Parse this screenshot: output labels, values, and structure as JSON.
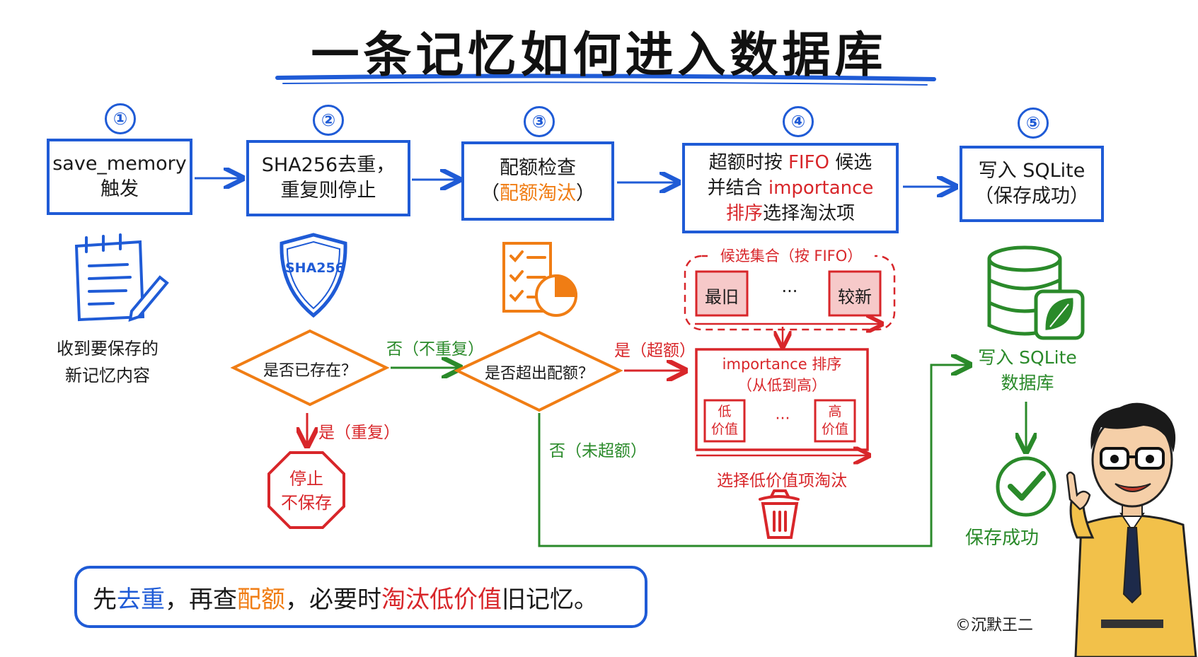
{
  "title": "一条记忆如何进入数据库",
  "steps": [
    {
      "num": "①",
      "line1": "save_memory",
      "line2": "触发"
    },
    {
      "num": "②",
      "line1": "SHA256去重，",
      "line2": "重复则停止"
    },
    {
      "num": "③",
      "line1": "配额检查",
      "line2a": "（",
      "line2b": "配额淘汰",
      "line2c": "）"
    },
    {
      "num": "④",
      "line1a": "超额时按 ",
      "line1b": "FIFO",
      "line1c": " 候选",
      "line2a": "并结合 ",
      "line2b": "importance",
      "line3a": "排序",
      "line3b": "选择淘汰项"
    },
    {
      "num": "⑤",
      "line1": "写入 SQLite",
      "line2": "（保存成功）"
    }
  ],
  "receive_caption": {
    "line1": "收到要保存的",
    "line2": "新记忆内容"
  },
  "sha_shield_label": "SHA256",
  "decision1": {
    "text": "是否已存在？",
    "no_label": "否（不重复）",
    "yes_label": "是（重复）"
  },
  "stop": {
    "line1": "停止",
    "line2": "不保存"
  },
  "decision2": {
    "text": "是否超出配额？",
    "yes_label": "是（超额）",
    "no_label": "否（未超额）"
  },
  "candidates": {
    "title": "候选集合（按 FIFO）",
    "oldest": "最旧",
    "ellipsis": "···",
    "newest": "较新"
  },
  "ranking": {
    "title1": "importance 排序",
    "title2": "（从低到高）",
    "low1": "低",
    "low2": "价值",
    "ellipsis": "···",
    "high1": "高",
    "high2": "价值"
  },
  "evict_label": "选择低价值项淘汰",
  "db_caption": {
    "line1": "写入 SQLite",
    "line2": "数据库"
  },
  "success_label": "保存成功",
  "summary": {
    "p1": "先",
    "p2": "去重",
    "p3": "，再查",
    "p4": "配额",
    "p5": "，必要时",
    "p6": "淘汰低价值",
    "p7": "旧记忆。"
  },
  "credit": "©沉默王二",
  "icons": [
    "document-pen-icon",
    "shield-icon",
    "checklist-pie-icon",
    "trash-icon",
    "database-leaf-icon",
    "check-circle-icon",
    "person-illustration"
  ],
  "colors": {
    "blue": "#1f5bd6",
    "orange": "#f07d14",
    "red": "#d8262a",
    "green": "#2a8a2a"
  }
}
